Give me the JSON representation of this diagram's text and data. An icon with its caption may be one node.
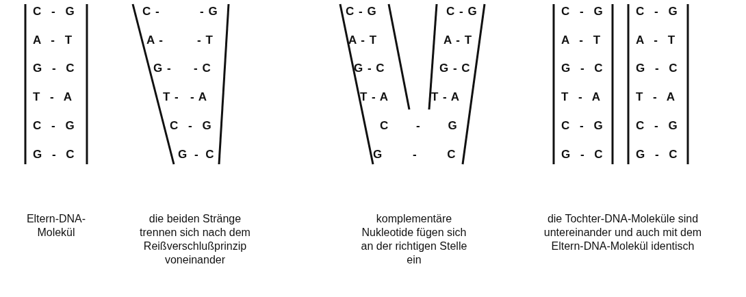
{
  "diagram": {
    "labels": [
      "C - G",
      "A - T",
      "G - C",
      "T - A",
      "C - G",
      "G - C",
      "Eltern-DNA-Molekül",
      "C -",
      "- G",
      "A -",
      "- T",
      "G -",
      "- C",
      "T -",
      "- A",
      "C - G",
      "G - C",
      "die beiden Stränge trennen sich nach dem Reißverschlußprinzip voneinander",
      "C - G",
      "C - G",
      "A - T",
      "A - T",
      "G - C",
      "G - C",
      "T - A",
      "T - A",
      "C - G",
      "G - C",
      "komplementäre Nukleotide fügen sich an der richtigen Stelle ein",
      "C - G",
      "C - G",
      "A - T",
      "A - T",
      "G - C",
      "G - C",
      "T - A",
      "T - A",
      "C - G",
      "C - G",
      "G - C",
      "G - C",
      "die Tochter-DNA-Moleküle sind untereinander und auch mit dem Eltern-DNA-Molekül identisch"
    ]
  }
}
